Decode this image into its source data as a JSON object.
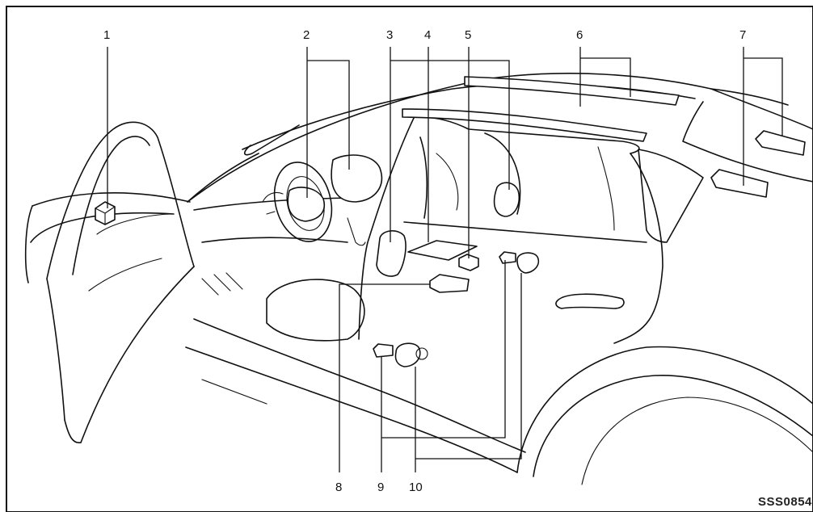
{
  "figure": {
    "code": "SSS0854",
    "callouts": [
      {
        "id": "1",
        "label": "1"
      },
      {
        "id": "2",
        "label": "2"
      },
      {
        "id": "3",
        "label": "3"
      },
      {
        "id": "4",
        "label": "4"
      },
      {
        "id": "5",
        "label": "5"
      },
      {
        "id": "6",
        "label": "6"
      },
      {
        "id": "7",
        "label": "7"
      },
      {
        "id": "8",
        "label": "8"
      },
      {
        "id": "9",
        "label": "9"
      },
      {
        "id": "10",
        "label": "10"
      }
    ]
  }
}
